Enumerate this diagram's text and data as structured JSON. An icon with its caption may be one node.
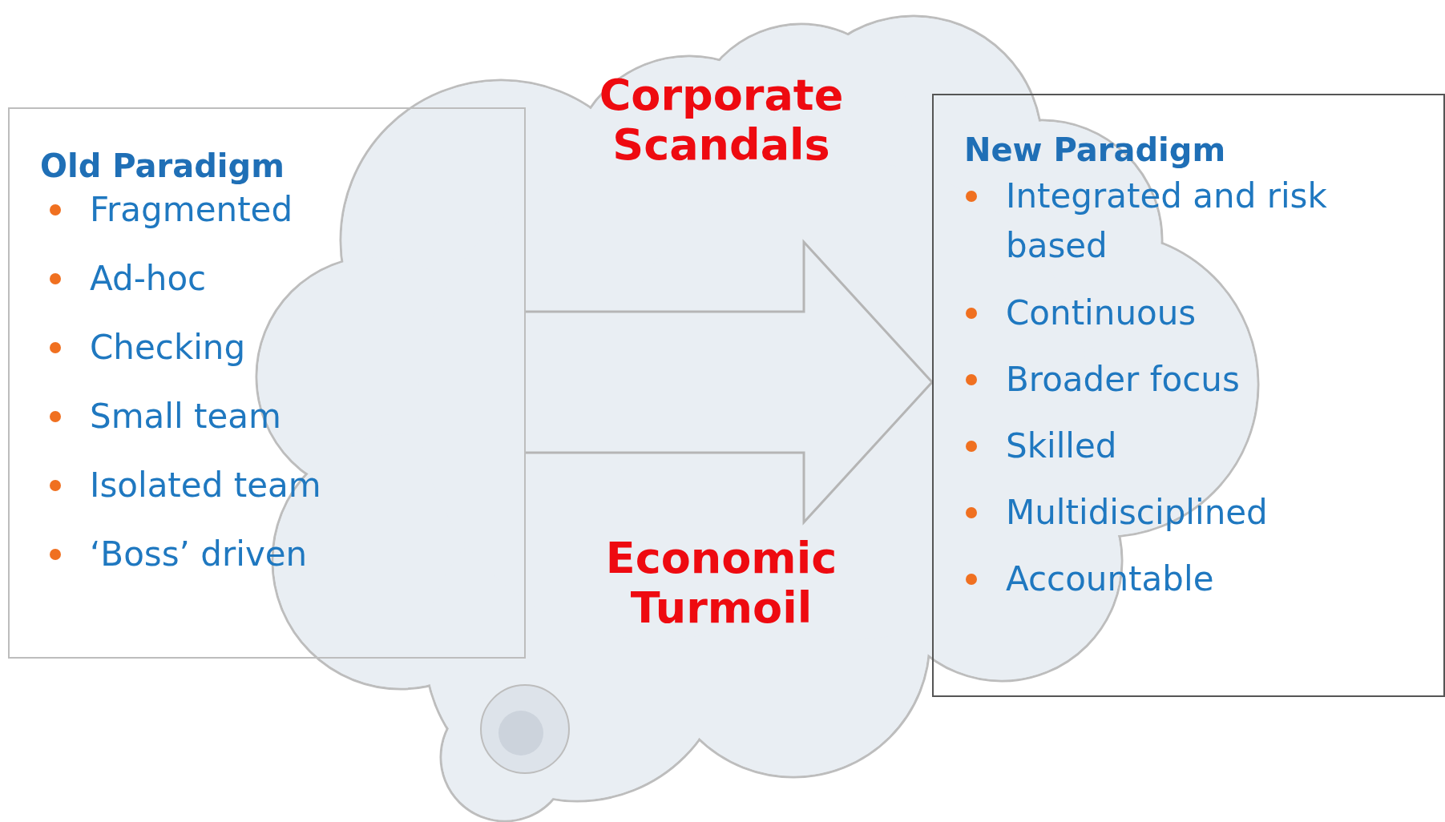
{
  "diagram": {
    "nodes": [
      {
        "text": [
          "Old Paradigm",
          "Fragmented",
          "Ad-hoc",
          "Checking",
          "Small team",
          "Isolated team",
          "‘Boss’ driven"
        ]
      },
      {
        "text": [
          "Corporate Scandals",
          "Economic Turmoil"
        ]
      },
      {
        "text": [
          "New Paradigm",
          "Integrated and risk based",
          "Continuous",
          "Broader focus",
          "Skilled",
          "Multidisciplined",
          "Accountable"
        ]
      }
    ],
    "edges": [
      {
        "from": 0,
        "to": 2,
        "arrow": "to"
      }
    ]
  }
}
